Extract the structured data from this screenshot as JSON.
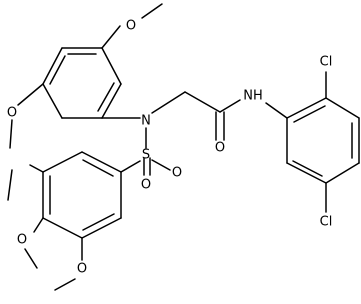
{
  "atoms": {
    "o_top": "O",
    "o_left": "O",
    "n_amine": "N",
    "s_sulfonyl": "S",
    "o_sulf_1": "O",
    "o_sulf_2": "O",
    "o_carbonyl": "O",
    "nh_amide": "NH",
    "cl_top": "Cl",
    "cl_bottom": "Cl",
    "o_para": "O",
    "o_meta": "O"
  },
  "colors": {
    "bond": "#000000",
    "background": "#ffffff"
  }
}
